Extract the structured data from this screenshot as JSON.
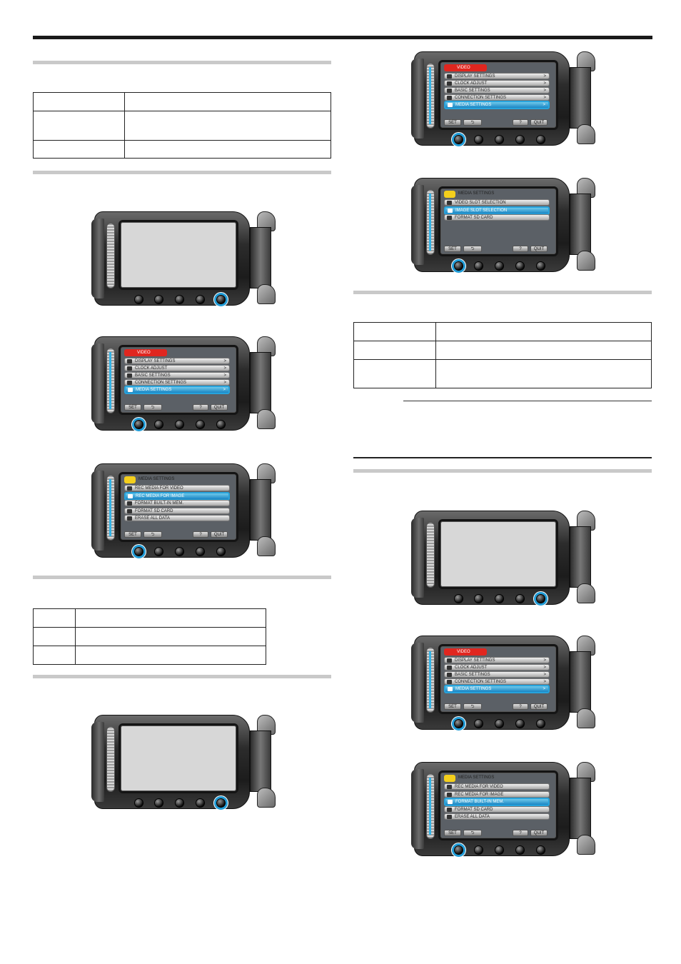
{
  "figures": {
    "fig_a_step2": {
      "head": "VIDEO",
      "items": [
        "DISPLAY SETTINGS",
        "CLOCK ADJUST",
        "BASIC SETTINGS",
        "CONNECTION SETTINGS",
        "MEDIA SETTINGS"
      ],
      "selected": "MEDIA SETTINGS",
      "bar": [
        "SET",
        "⮌",
        "?",
        "QUIT"
      ]
    },
    "fig_a_step3": {
      "head": "MEDIA SETTINGS",
      "items": [
        "REC MEDIA FOR VIDEO",
        "REC MEDIA FOR IMAGE",
        "FORMAT BUILT-IN MEM.",
        "FORMAT SD CARD",
        "ERASE ALL DATA"
      ],
      "selected": "REC MEDIA FOR IMAGE",
      "bar": [
        "SET",
        "⮌",
        "?",
        "QUIT"
      ]
    },
    "fig_b_step2": {
      "head": "VIDEO",
      "items": [
        "DISPLAY SETTINGS",
        "CLOCK ADJUST",
        "BASIC SETTINGS",
        "CONNECTION SETTINGS",
        "MEDIA SETTINGS"
      ],
      "selected": "MEDIA SETTINGS",
      "bar": [
        "SET",
        "⮌",
        "?",
        "QUIT"
      ]
    },
    "fig_b_step3": {
      "head": "MEDIA SETTINGS",
      "items": [
        "VIDEO SLOT SELECTION",
        "IMAGE SLOT SELECTION",
        "FORMAT SD CARD"
      ],
      "selected": "IMAGE SLOT SELECTION",
      "bar": [
        "SET",
        "⮌",
        "?",
        "QUIT"
      ]
    },
    "fig_c_step2": {
      "head": "VIDEO",
      "items": [
        "DISPLAY SETTINGS",
        "CLOCK ADJUST",
        "BASIC SETTINGS",
        "CONNECTION SETTINGS",
        "MEDIA SETTINGS"
      ],
      "selected": "MEDIA SETTINGS",
      "bar": [
        "SET",
        "⮌",
        "?",
        "QUIT"
      ]
    },
    "fig_c_step3": {
      "head": "MEDIA SETTINGS",
      "items": [
        "REC MEDIA FOR VIDEO",
        "REC MEDIA FOR IMAGE",
        "FORMAT BUILT-IN MEM.",
        "FORMAT SD CARD",
        "ERASE ALL DATA"
      ],
      "selected": "FORMAT BUILT-IN MEM.",
      "bar": [
        "SET",
        "⮌",
        "?",
        "QUIT"
      ]
    }
  },
  "colors": {
    "highlight": "#1f9bd6",
    "video_head": "#e0261f",
    "media_head": "#f4cf1c"
  }
}
